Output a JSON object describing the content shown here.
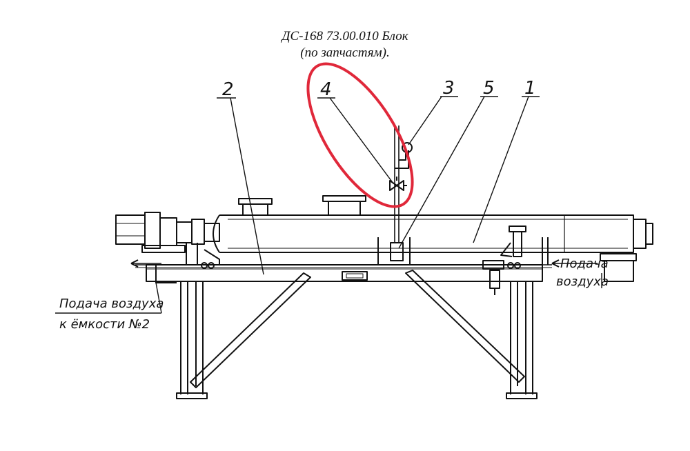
{
  "header": {
    "title_line1": "ДС-168 73.00.010 Блок",
    "title_line2": "(по запчастям)."
  },
  "callouts": {
    "c1": "1",
    "c2": "2",
    "c3": "3",
    "c4": "4",
    "c5": "5"
  },
  "captions": {
    "air_supply_right_line1": "Подача",
    "air_supply_right_line2": "воздуха",
    "air_supply_left_line1": "Подача воздуха",
    "air_supply_left_line2": "к ёмкости №2"
  },
  "colors": {
    "ink": "#111111",
    "highlight": "#e0283a"
  }
}
